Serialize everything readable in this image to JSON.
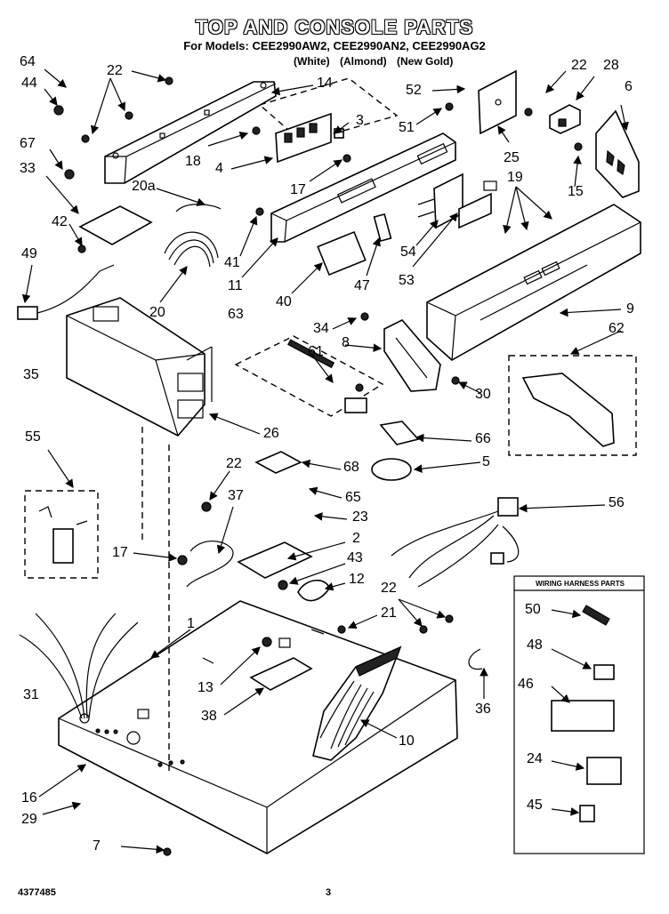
{
  "header": {
    "title": "TOP AND CONSOLE PARTS",
    "models": "For Models: CEE2990AW2, CEE2990AN2, CEE2990AG2",
    "colors": [
      "(White)",
      "(Almond)",
      "(New Gold)"
    ]
  },
  "callouts": {
    "c64": "64",
    "c22a": "22",
    "c14": "14",
    "c44": "44",
    "c3": "3",
    "c52": "52",
    "c22b": "22",
    "c28": "28",
    "c6": "6",
    "c67": "67",
    "c18": "18",
    "c51": "51",
    "c25": "25",
    "c33": "33",
    "c4": "4",
    "c19": "19",
    "c20a": "20a",
    "c17a": "17",
    "c15": "15",
    "c42": "42",
    "c41": "41",
    "c54": "54",
    "c49": "49",
    "c11": "11",
    "c40": "40",
    "c47": "47",
    "c53": "53",
    "c20": "20",
    "c63": "63",
    "c9": "9",
    "c34": "34",
    "c62": "62",
    "c8": "8",
    "c35": "35",
    "c61": "61",
    "c30": "30",
    "c26": "26",
    "c66": "66",
    "c55": "55",
    "c5": "5",
    "c22c": "22",
    "c68": "68",
    "c37": "37",
    "c65": "65",
    "c56": "56",
    "c23": "23",
    "c17b": "17",
    "c2": "2",
    "c43": "43",
    "c12": "12",
    "c22d": "22",
    "c21": "21",
    "c50": "50",
    "c1": "1",
    "c48": "48",
    "c13": "13",
    "c31": "31",
    "c46": "46",
    "c38": "38",
    "c36": "36",
    "c10": "10",
    "c24": "24",
    "c16": "16",
    "c29": "29",
    "c45": "45",
    "c7": "7"
  },
  "harness": {
    "title": "WIRING HARNESS PARTS"
  },
  "footer": {
    "doc_number": "4377485",
    "page_number": "3"
  }
}
